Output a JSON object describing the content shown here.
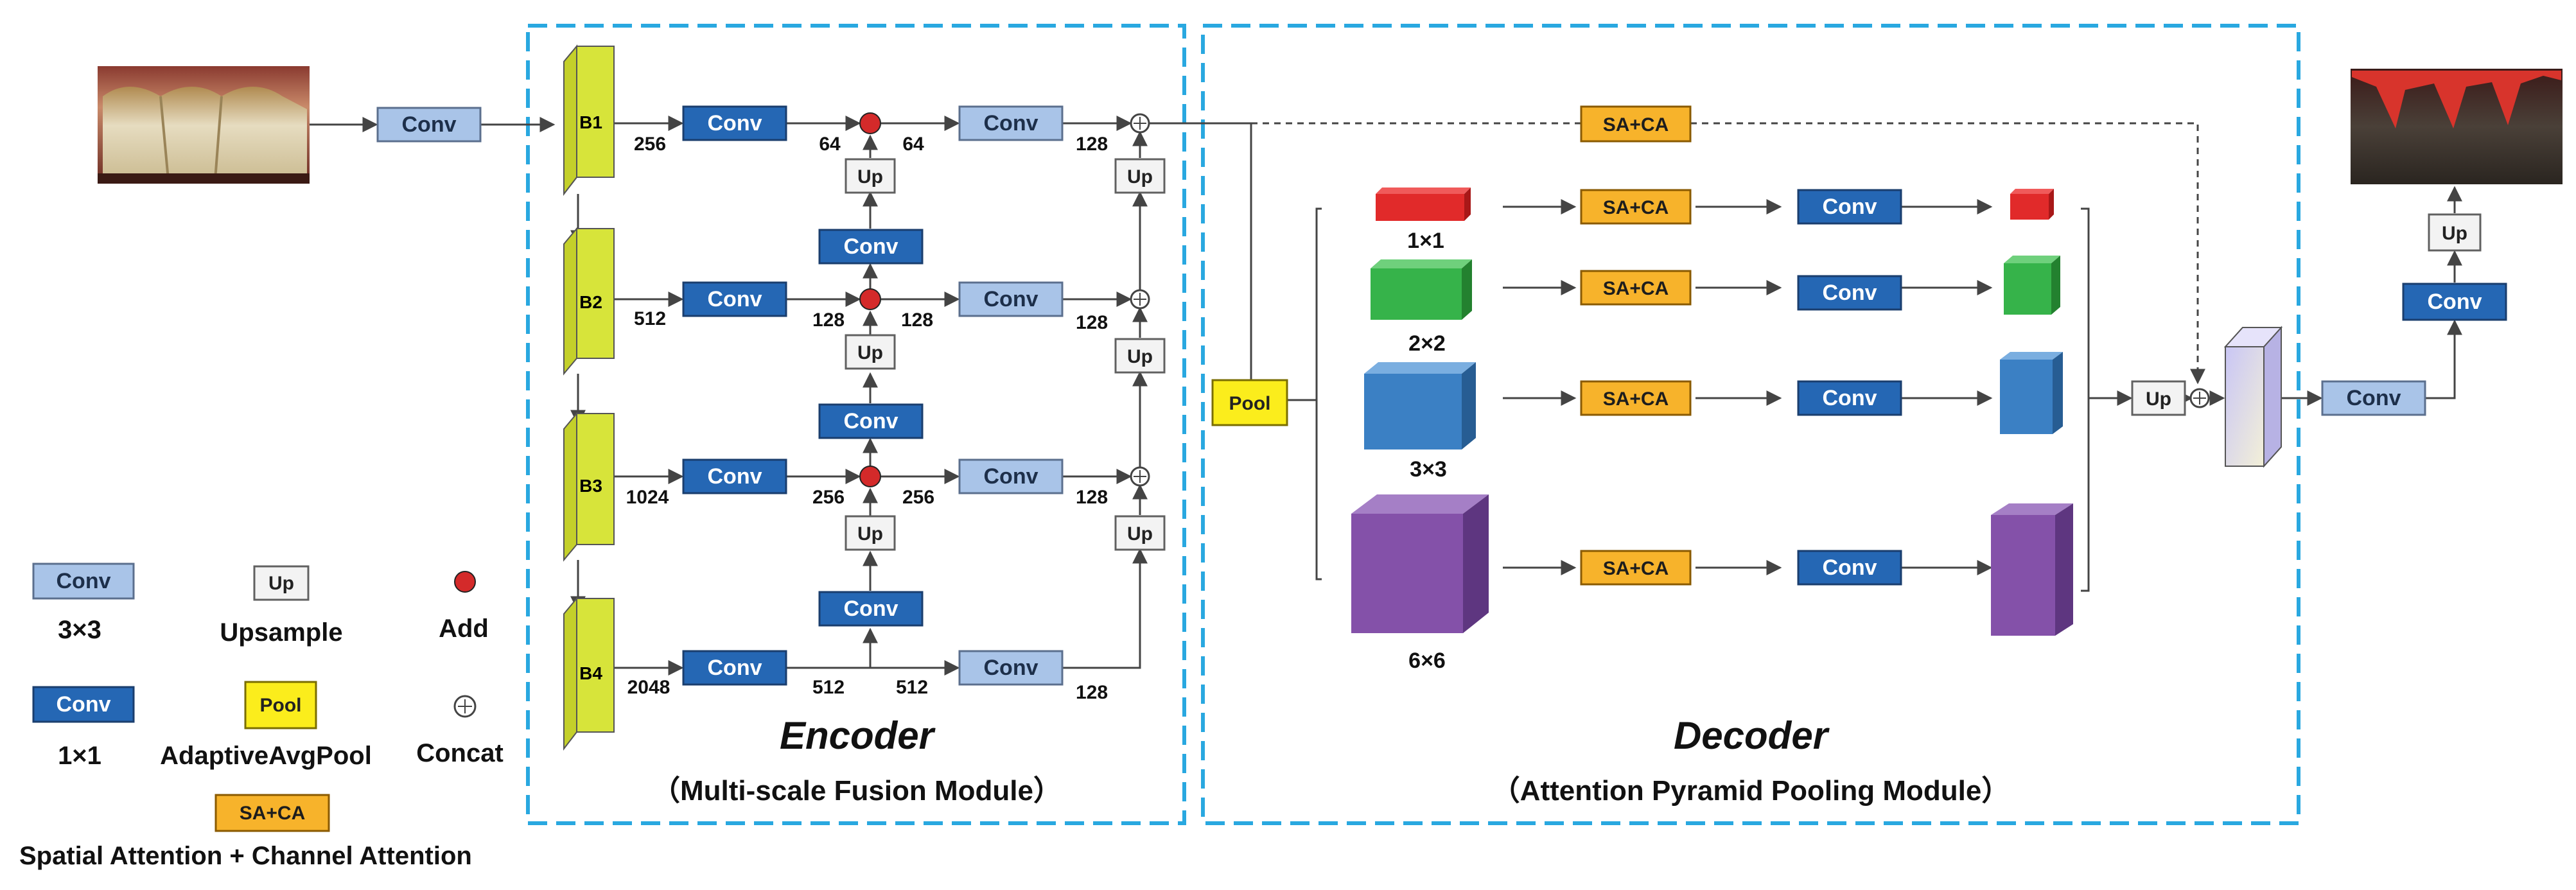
{
  "colors": {
    "conv3_fill": "#a9c4e8",
    "conv3_stroke": "#5b6f8e",
    "conv1_fill": "#2567b4",
    "conv1_stroke": "#1a3e6e",
    "up_fill": "#f3f3f3",
    "up_stroke": "#606060",
    "pool_fill": "#fbed1c",
    "pool_stroke": "#7a6e00",
    "sa_fill": "#f7b32b",
    "sa_stroke": "#8a5a00",
    "add": "#d42a2a",
    "module_border": "#29a8e0",
    "backbone_front": "#d7e43a",
    "backbone_side": "#aab81d",
    "cube_red": "#e12a2a",
    "cube_green": "#36b34a",
    "cube_blue": "#3b80c4",
    "cube_purple": "#8451a9",
    "arrow": "#444444"
  },
  "labels": {
    "conv": "Conv",
    "up": "Up",
    "pool": "Pool",
    "sa_ca": "SA+CA",
    "b1": "B1",
    "b2": "B2",
    "b3": "B3",
    "b4": "B4",
    "c256": "256",
    "c512": "512",
    "c1024": "1024",
    "c2048": "2048",
    "c64": "64",
    "c128": "128",
    "s1x1": "1×1",
    "s2x2": "2×2",
    "s3x3": "3×3",
    "s6x6": "6×6"
  },
  "encoder": {
    "title": "Encoder",
    "subtitle": "（Multi-scale Fusion Module）"
  },
  "decoder": {
    "title": "Decoder",
    "subtitle": "（Attention Pyramid Pooling Module）"
  },
  "legend": {
    "conv3x3": "3×3",
    "conv1x1": "1×1",
    "upsample": "Upsample",
    "add": "Add",
    "pool": "AdaptiveAvgPool",
    "concat": "Concat",
    "sa_ca": "Spatial Attention + Channel Attention"
  }
}
